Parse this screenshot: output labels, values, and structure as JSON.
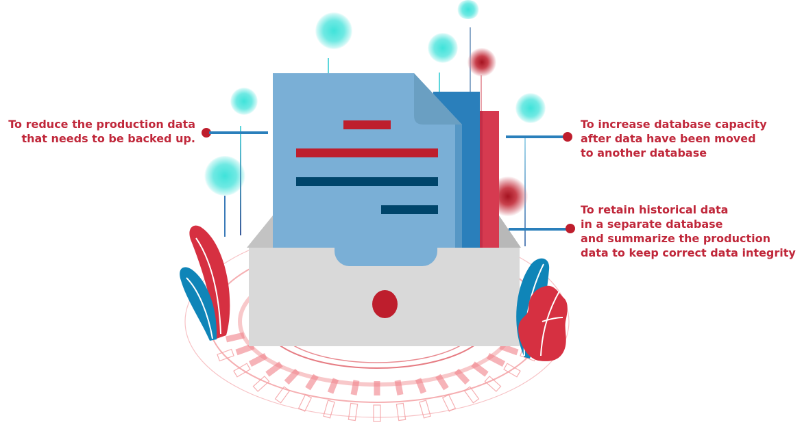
{
  "diagram": {
    "type": "infographic",
    "subject": "data archiving purposes",
    "central_icon": "document-in-archive-tray-icon",
    "colors": {
      "label_text": "#c0273a",
      "connector_dot": "#be1e2d",
      "connector_line": "#2a7fbb",
      "document_front": "#7aafd6",
      "document_fold": "#6a9fc2",
      "document_back_blue": "#2a7fbb",
      "document_back_red": "#d63a50",
      "tray": "#d9d9d9",
      "tray_side": "#bfbfbf",
      "tray_knob": "#be1e2d",
      "text_line_red": "#be1e2d",
      "text_line_navy": "#00456b",
      "leaf_red": "#d63041",
      "leaf_blue": "#0f85b8",
      "glow_cyan": "#3fe3da",
      "ring_pink": "#f29a9e"
    }
  },
  "labels": {
    "left": {
      "lines": [
        "To reduce the production data",
        "that needs to be backed up."
      ]
    },
    "right_top": {
      "lines": [
        "To increase database capacity",
        "after data have been moved",
        "to another database"
      ]
    },
    "right_bottom": {
      "lines": [
        "To retain historical data",
        "in a separate database",
        "and summarize the production",
        "data to keep correct data integrity"
      ]
    }
  }
}
